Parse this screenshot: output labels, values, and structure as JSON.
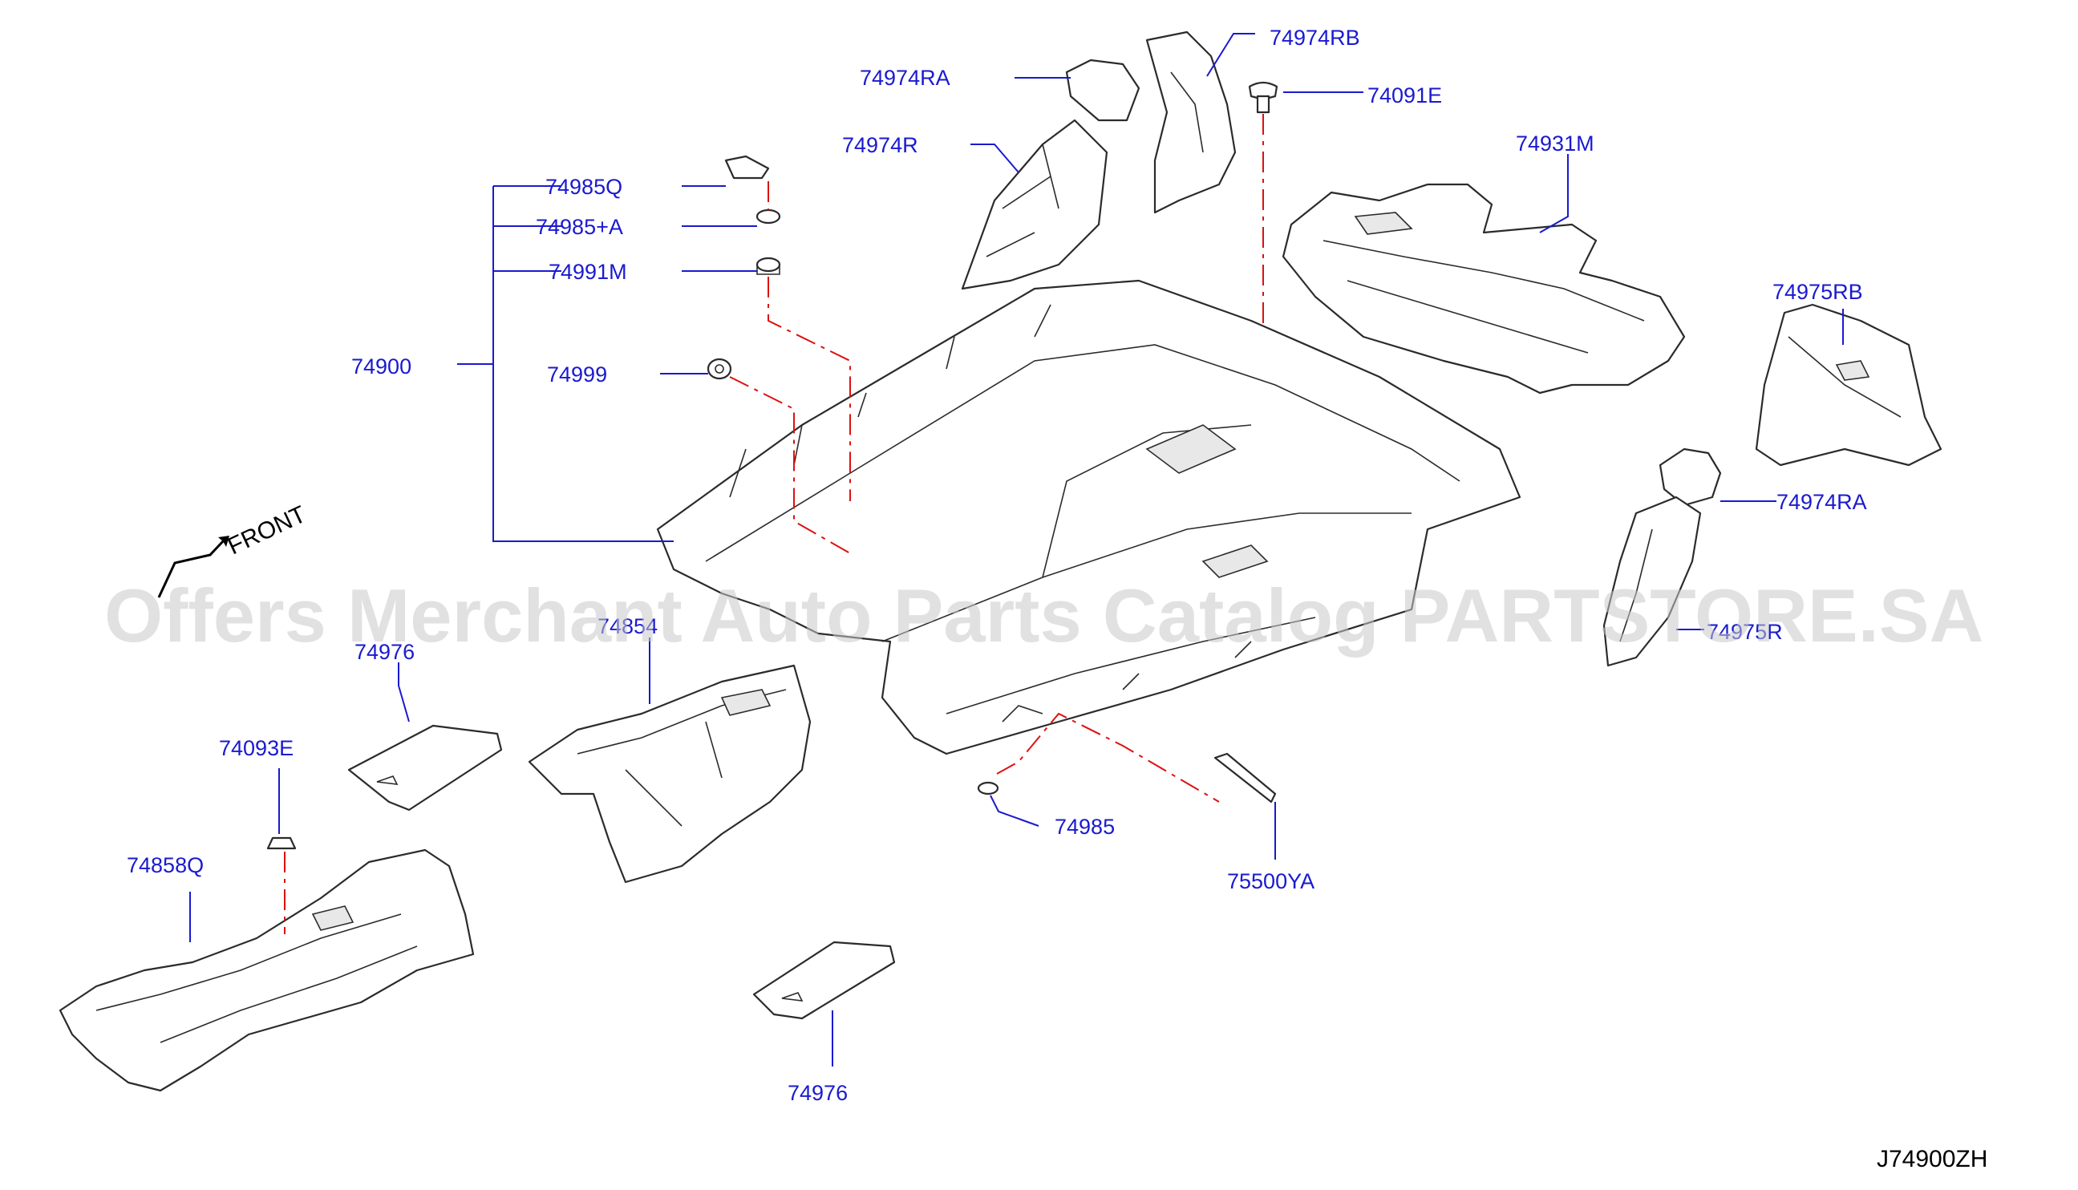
{
  "diagram": {
    "labels": {
      "l74974RA_top": "74974RA",
      "l74974RB": "74974RB",
      "l74091E": "74091E",
      "l74974R": "74974R",
      "l74985Q": "74985Q",
      "l74985A": "74985+A",
      "l74991M": "74991M",
      "l74931M": "74931M",
      "l74975RB": "74975RB",
      "l74900": "74900",
      "l74999": "74999",
      "l74974RA_right": "74974RA",
      "l74975R": "74975R",
      "l74976_top": "74976",
      "l74854": "74854",
      "l74093E": "74093E",
      "l74858Q": "74858Q",
      "l74985": "74985",
      "l75500YA": "75500YA",
      "l74976_bottom": "74976"
    },
    "front_label": "FRONT",
    "watermark": "Offers Merchant Auto Parts Catalog PARTSTORE.SA",
    "diagram_code": "J74900ZH",
    "colors": {
      "label": "#1a1ad0",
      "centerline": "#dd1111",
      "outline": "#2b2b2b"
    }
  }
}
